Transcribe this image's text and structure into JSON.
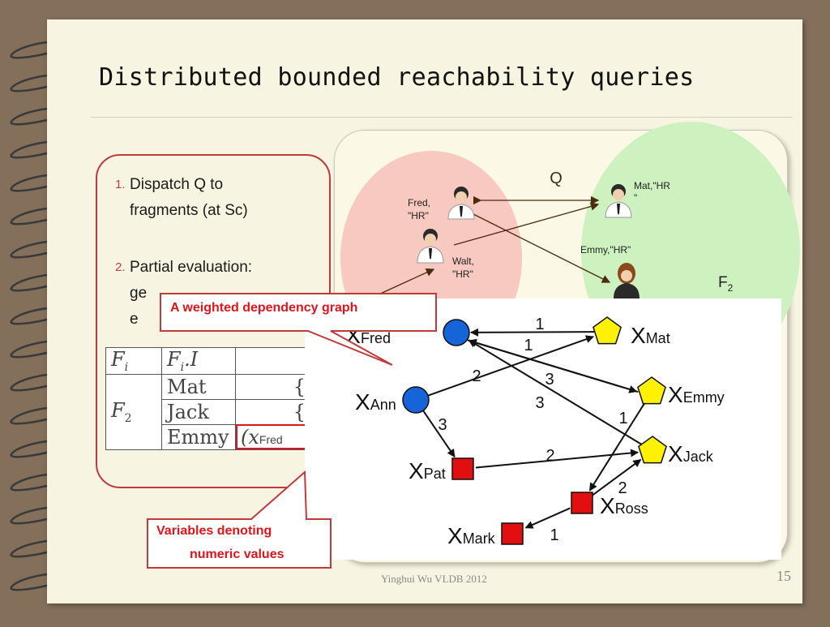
{
  "slide": {
    "title": "Distributed bounded reachability queries",
    "footer": "Yinghui Wu VLDB  2012",
    "page_number": "15"
  },
  "steps": [
    {
      "number": "1.",
      "line1": "Dispatch Q to",
      "line2": "fragments (at Sc)"
    },
    {
      "number": "2.",
      "line1": "Partial evaluation:",
      "line2": "ge",
      "line3": "e"
    }
  ],
  "table": {
    "headers": [
      "Fi",
      "Fi.I",
      ""
    ],
    "fragment": "F2",
    "rows": [
      {
        "name": "Mat",
        "value": "{"
      },
      {
        "name": "Jack",
        "value": "{"
      },
      {
        "name": "Emmy",
        "value": "(xFred"
      }
    ]
  },
  "query_graph": {
    "label_q": "Q",
    "label_f2": "F2",
    "nodes": {
      "fred": "Fred,\n\"HR\"",
      "walt": "Walt,\n\"HR\"",
      "mat": "Mat,\"HR\n\"",
      "emmy": "Emmy,\"HR\""
    }
  },
  "callouts": {
    "dependency_graph": "A weighted dependency graph",
    "variables_line1": "Variables denoting",
    "variables_line2": "numeric values"
  },
  "dependency_graph": {
    "nodes": [
      {
        "id": "fred",
        "label": "X",
        "sub": "Fred",
        "shape": "circle",
        "color": "#1565d8"
      },
      {
        "id": "ann",
        "label": "X",
        "sub": "Ann",
        "shape": "circle",
        "color": "#1565d8"
      },
      {
        "id": "pat",
        "label": "X",
        "sub": "Pat",
        "shape": "square",
        "color": "#e10f0f"
      },
      {
        "id": "mat",
        "label": "X",
        "sub": "Mat",
        "shape": "pentagon",
        "color": "#fff200"
      },
      {
        "id": "emmy",
        "label": "X",
        "sub": "Emmy",
        "shape": "pentagon",
        "color": "#fff200"
      },
      {
        "id": "jack",
        "label": "X",
        "sub": "Jack",
        "shape": "pentagon",
        "color": "#fff200"
      },
      {
        "id": "ross",
        "label": "X",
        "sub": "Ross",
        "shape": "square",
        "color": "#e10f0f"
      },
      {
        "id": "mark",
        "label": "X",
        "sub": "Mark",
        "shape": "square",
        "color": "#e10f0f"
      }
    ],
    "edges": [
      {
        "from": "mat",
        "to": "fred",
        "weight": "1"
      },
      {
        "from": "emmy",
        "to": "fred",
        "weight": "1"
      },
      {
        "from": "fred",
        "to": "emmy",
        "weight": "3"
      },
      {
        "from": "jack",
        "to": "fred",
        "weight": "3"
      },
      {
        "from": "ann",
        "to": "mat",
        "weight": "2"
      },
      {
        "from": "ann",
        "to": "pat",
        "weight": "3"
      },
      {
        "from": "pat",
        "to": "jack",
        "weight": "2"
      },
      {
        "from": "emmy",
        "to": "ross",
        "weight": "1"
      },
      {
        "from": "ross",
        "to": "jack",
        "weight": "2"
      },
      {
        "from": "ross",
        "to": "mark",
        "weight": "1"
      }
    ]
  }
}
